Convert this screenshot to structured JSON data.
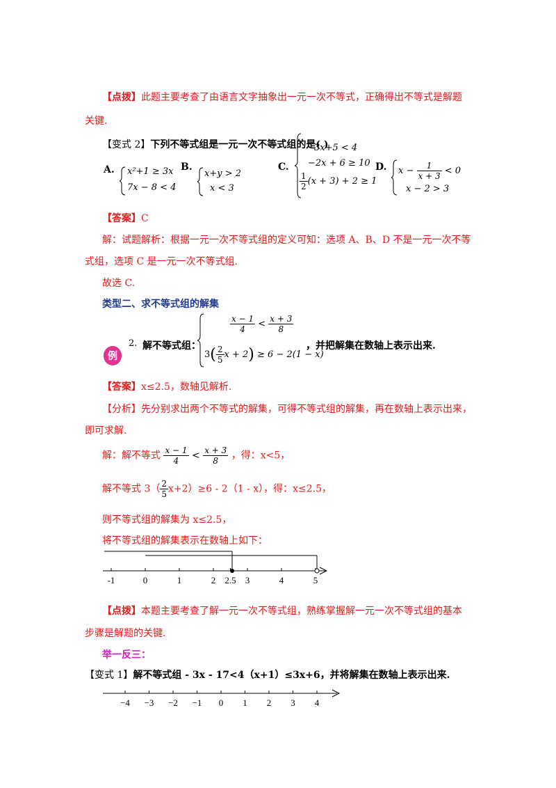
{
  "p1": {
    "tag": "【点拨】",
    "line1": "此题主要考查了由语言文字抽象出一元一次不等式，正确得出不等式是解题",
    "line2": "关键."
  },
  "q2": {
    "tag": "【变式 2】",
    "text": "下列不等式组是一元一次不等式组的是(        )"
  },
  "options": {
    "a": {
      "label": "A.",
      "l1": "x²+1 ≥ 3x",
      "l2": "7x − 8 < 4"
    },
    "b": {
      "label": "B.",
      "l1": "x+y > 2",
      "l2": "x < 3"
    },
    "c": {
      "label": "C.",
      "l1": "3x+5 < 4",
      "l2": "−2x + 6 ≥ 10",
      "l3_post": "(x + 3) + 2 ≥ 1",
      "half_num": "1",
      "half_den": "2"
    },
    "d": {
      "label": "D.",
      "l1_pre": "x −",
      "l1_post": "< 0",
      "frac_num": "1",
      "frac_den": "x + 3",
      "l2": "x − 2 > 3"
    }
  },
  "ans1": {
    "tag": "【答案】",
    "value": "C"
  },
  "sol1": {
    "line1": "解：试题解析：根据一元一次不等式组的定义可知：选项 A、B、D 不是一元一次不等",
    "line2": "式组，选项 C 是一元一次不等式组.",
    "line3": "故选 C."
  },
  "section2": {
    "title": "类型二、求不等式组的解集"
  },
  "ex2": {
    "badge": "例",
    "num": "2.",
    "lead": "解不等式组：",
    "tail": "，并把解集在数轴上表示出来.",
    "ineq1_num_l": "x − 1",
    "ineq1_den_l": "4",
    "ineq1_op": "<",
    "ineq1_num_r": "x + 3",
    "ineq1_den_r": "8",
    "ineq2_pre": "3",
    "ineq2_frac_num": "2",
    "ineq2_frac_den": "5",
    "ineq2_in": "x + 2",
    "ineq2_post": "≥ 6 − 2(1 − x)"
  },
  "ans2": {
    "tag": "【答案】",
    "value": "x≤2.5，数轴见解析."
  },
  "analysis": {
    "tag": "【分析】",
    "line1": "先分别求出两个不等式的解集，可得不等式组的解集，再在数轴上表示出来，",
    "line2": "即可求解."
  },
  "sol2": {
    "s1_pre": "解：解不等式",
    "s1_post": "，得：x<5，",
    "s1_nl": "x − 1",
    "s1_dl": "4",
    "s1_op": "<",
    "s1_nr": "x + 3",
    "s1_dr": "8",
    "s2_pre": "解不等式 3（",
    "s2_fn": "2",
    "s2_fd": "5",
    "s2_post": "x+2）≥6 - 2（1 - x），得：x≤2.5，",
    "s3": "则不等式组的解集为 x≤2.5，",
    "s4": "将不等式组的解集表示在数轴上如下："
  },
  "axis1": {
    "ticks": [
      "-1",
      "0",
      "1",
      "2",
      "2.5",
      "3",
      "4",
      "5"
    ]
  },
  "p2": {
    "tag": "【点拨】",
    "line1": "本题主要考查了解一元一次不等式组，熟练掌握解一元一次不等式组的基本",
    "line2": "步骤是解题的关键."
  },
  "heading3": {
    "title": "举一反三："
  },
  "q3": {
    "tag": "【变式 1】",
    "text": "解不等式组 - 3x - 17<4（x+1）≤3x+6，并将解集在数轴上表示出来."
  },
  "axis2": {
    "ticks": [
      "−4",
      "−3",
      "−2",
      "−1",
      "0",
      "1",
      "2",
      "3",
      "4"
    ]
  },
  "colors": {
    "red": "#e31b1b",
    "navy": "#1f3b8c",
    "magenta": "#d21dbf",
    "badge": "#e0338f"
  }
}
